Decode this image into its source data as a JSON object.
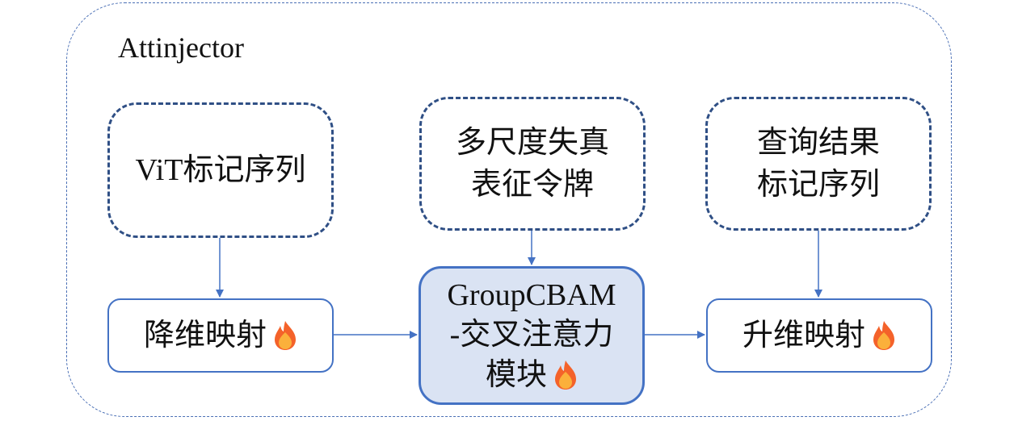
{
  "title": "Attinjector",
  "inputs": [
    {
      "lines": [
        "ViT标记序列"
      ]
    },
    {
      "lines": [
        "多尺度失真",
        "表征令牌"
      ]
    },
    {
      "lines": [
        "查询结果",
        "标记序列"
      ]
    }
  ],
  "modules": [
    {
      "lines": [
        "降维映射"
      ],
      "trainable": true
    },
    {
      "lines": [
        "GroupCBAM",
        "-交叉注意力",
        "模块"
      ],
      "trainable": true
    },
    {
      "lines": [
        "升维映射"
      ],
      "trainable": true
    }
  ],
  "icons": {
    "trainable": "fire-icon"
  },
  "colors": {
    "accent": "#4472c4",
    "input_border": "#2f4f85",
    "core_fill": "#dae3f3",
    "flame_outer": "#f4622a",
    "flame_inner": "#fbb03b"
  }
}
